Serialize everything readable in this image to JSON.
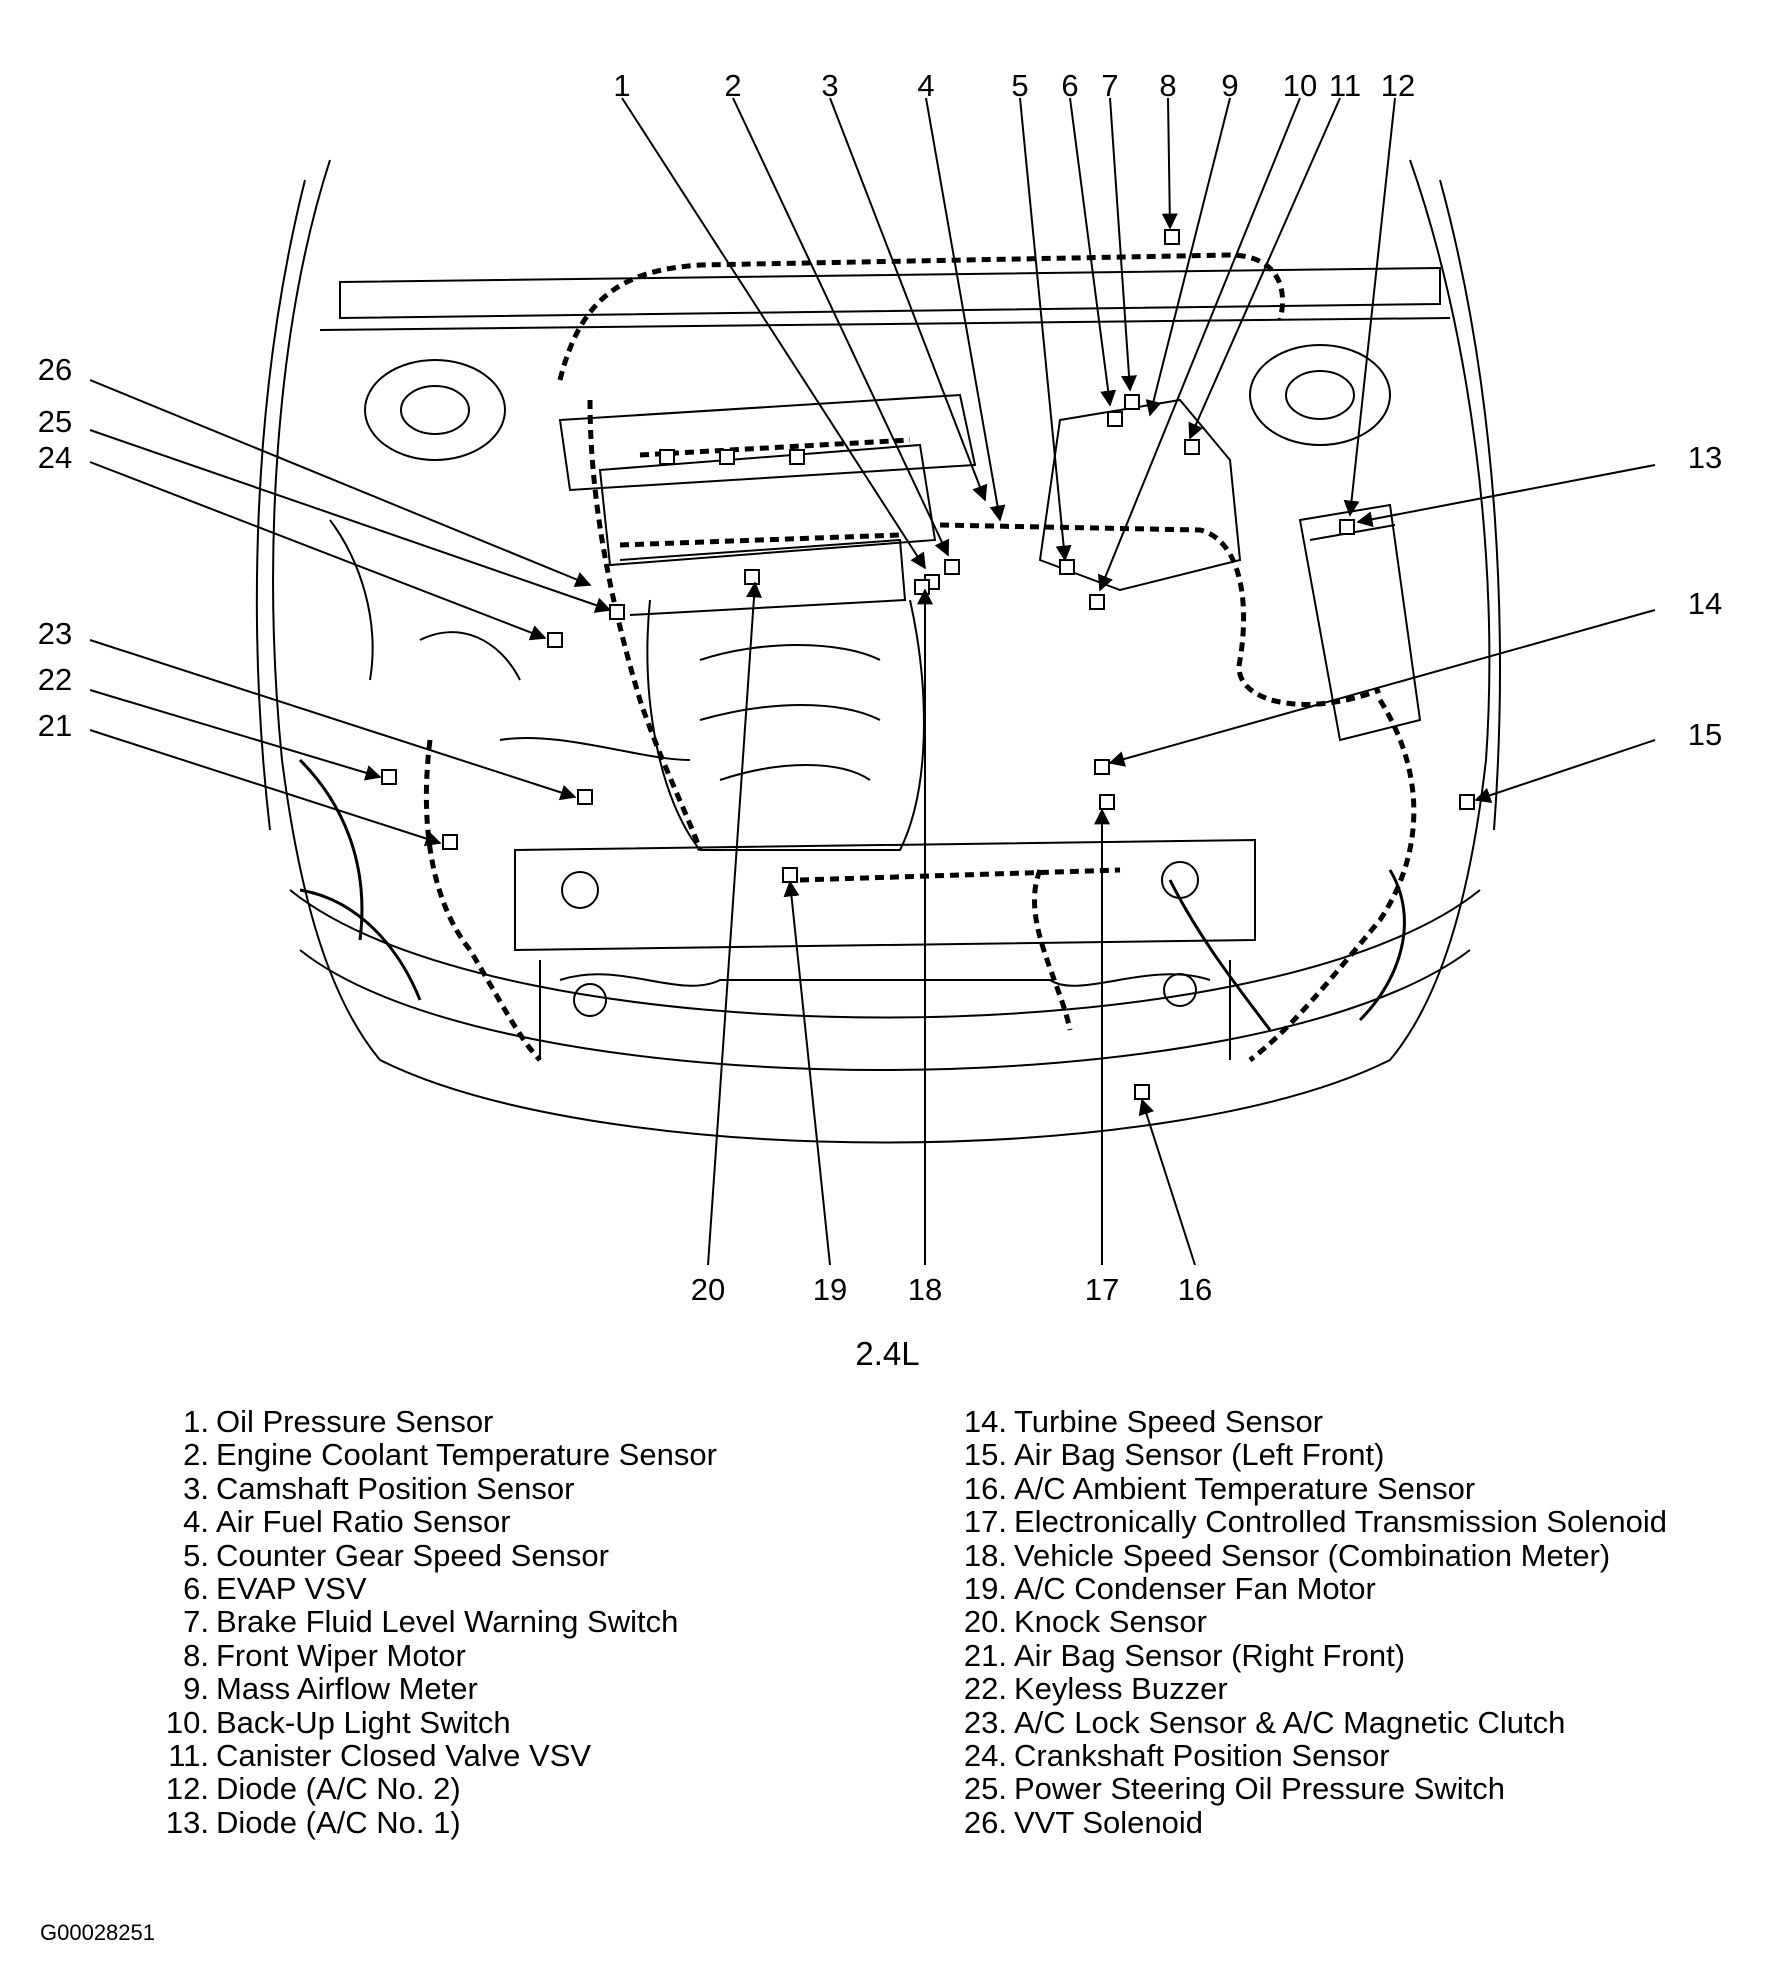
{
  "diagram": {
    "subtitle": "2.4L",
    "figure_id": "G00028251",
    "callouts_top": [
      "1",
      "2",
      "3",
      "4",
      "5",
      "6",
      "7",
      "8",
      "9",
      "10",
      "11",
      "12"
    ],
    "callouts_left": [
      "26",
      "25",
      "24",
      "23",
      "22",
      "21"
    ],
    "callouts_right": [
      "13",
      "14",
      "15"
    ],
    "callouts_bottom": [
      "20",
      "19",
      "18",
      "17",
      "16"
    ]
  },
  "legend": {
    "left": [
      {
        "num": "1.",
        "label": "Oil Pressure Sensor"
      },
      {
        "num": "2.",
        "label": "Engine Coolant Temperature Sensor"
      },
      {
        "num": "3.",
        "label": "Camshaft Position Sensor"
      },
      {
        "num": "4.",
        "label": "Air Fuel Ratio Sensor"
      },
      {
        "num": "5.",
        "label": "Counter Gear Speed Sensor"
      },
      {
        "num": "6.",
        "label": "EVAP VSV"
      },
      {
        "num": "7.",
        "label": "Brake Fluid Level Warning Switch"
      },
      {
        "num": "8.",
        "label": "Front Wiper Motor"
      },
      {
        "num": "9.",
        "label": "Mass Airflow Meter"
      },
      {
        "num": "10.",
        "label": "Back-Up Light Switch"
      },
      {
        "num": "11.",
        "label": "Canister Closed Valve VSV"
      },
      {
        "num": "12.",
        "label": "Diode (A/C No. 2)"
      },
      {
        "num": "13.",
        "label": "Diode (A/C No. 1)"
      }
    ],
    "right": [
      {
        "num": "14.",
        "label": "Turbine Speed Sensor"
      },
      {
        "num": "15.",
        "label": "Air Bag Sensor (Left Front)"
      },
      {
        "num": "16.",
        "label": "A/C Ambient Temperature Sensor"
      },
      {
        "num": "17.",
        "label": "Electronically Controlled Transmission Solenoid"
      },
      {
        "num": "18.",
        "label": "Vehicle Speed Sensor (Combination Meter)"
      },
      {
        "num": "19.",
        "label": "A/C Condenser Fan Motor"
      },
      {
        "num": "20.",
        "label": "Knock Sensor"
      },
      {
        "num": "21.",
        "label": "Air Bag Sensor (Right Front)"
      },
      {
        "num": "22.",
        "label": "Keyless Buzzer"
      },
      {
        "num": "23.",
        "label": "A/C Lock Sensor & A/C Magnetic Clutch"
      },
      {
        "num": "24.",
        "label": "Crankshaft Position Sensor"
      },
      {
        "num": "25.",
        "label": "Power Steering Oil Pressure Switch"
      },
      {
        "num": "26.",
        "label": "VVT Solenoid"
      }
    ]
  }
}
